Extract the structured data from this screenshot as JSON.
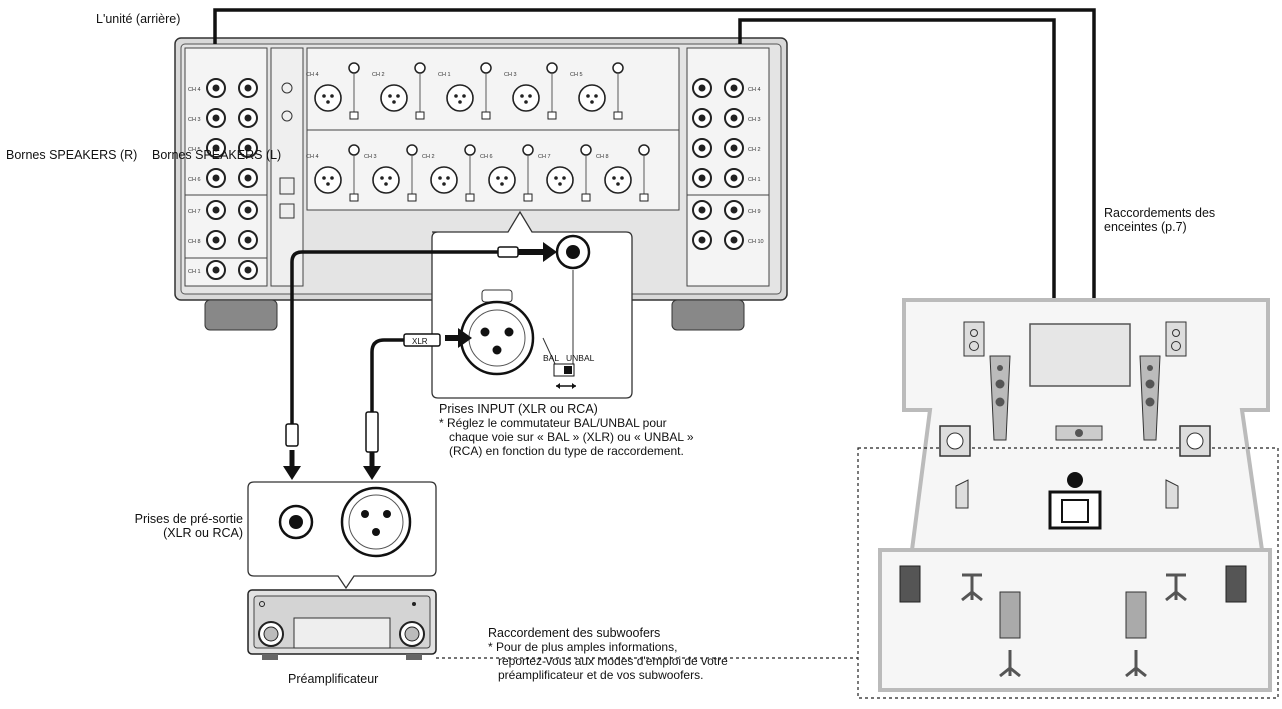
{
  "labels": {
    "unit_rear": "L'unité (arrière)",
    "speakers_r": "Bornes SPEAKERS (R)",
    "speakers_l": "Bornes SPEAKERS (L)",
    "speaker_connections_l1": "Raccordements des",
    "speaker_connections_l2": "enceintes (p.7)",
    "input_title": "Prises INPUT (XLR ou RCA)",
    "input_note_l1": "* Réglez le commutateur BAL/UNBAL pour",
    "input_note_l2": "chaque voie sur « BAL » (XLR) ou « UNBAL »",
    "input_note_l3": "(RCA) en fonction du type de raccordement.",
    "preout_l1": "Prises de pré-sortie",
    "preout_l2": "(XLR ou RCA)",
    "preamp": "Préamplificateur",
    "subwoofer_title": "Raccordement des subwoofers",
    "subwoofer_note_l1": "* Pour de plus amples informations,",
    "subwoofer_note_l2": "reportez-vous aux modes d'emploi de votre",
    "subwoofer_note_l3": "préamplificateur et de vos subwoofers.",
    "bal_unbal": "BAL",
    "unbal": "UNBAL",
    "xlr_tag": "XLR"
  },
  "channels_left": [
    "CH 4",
    "CH 3",
    "CH 5",
    "CH 6",
    "CH 7",
    "CH 8",
    "CH 1"
  ],
  "channels_right": [
    "CH 4",
    "CH 3",
    "CH 2",
    "CH 1",
    "CH 9",
    "CH 10"
  ],
  "input_top_row": [
    "CH 4",
    "CH 2",
    "CH 1",
    "CH 3",
    "CH 5"
  ],
  "input_bottom_row": [
    "CH 4",
    "CH 3",
    "CH 2",
    "CH 6",
    "CH 7",
    "CH 8"
  ]
}
